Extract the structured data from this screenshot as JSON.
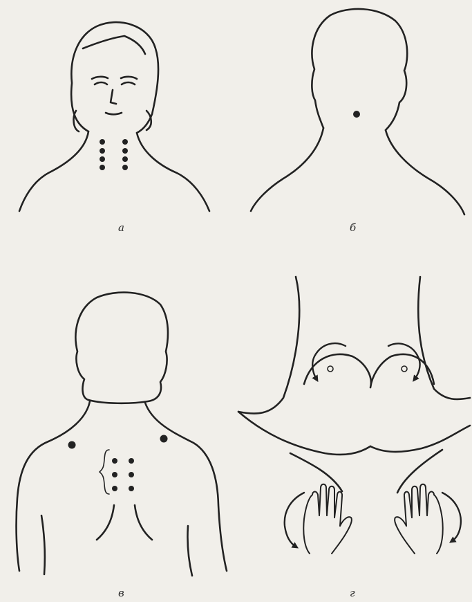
{
  "panels": [
    {
      "label": "а",
      "view": "front-neck",
      "point_markers": 8
    },
    {
      "label": "б",
      "view": "back-head-neck",
      "point_markers": 1
    },
    {
      "label": "в",
      "view": "back-shoulders",
      "point_markers": 8
    },
    {
      "label": "г",
      "view": "hands-circular-massage",
      "point_markers": 2
    }
  ],
  "colors": {
    "paper": "#f1efea",
    "ink": "#222222"
  }
}
